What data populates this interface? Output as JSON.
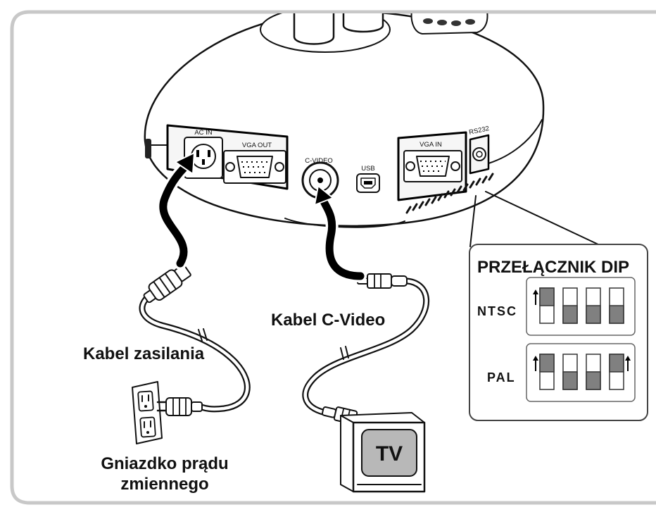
{
  "ports": {
    "ac_in": "AC IN",
    "vga_out": "VGA OUT",
    "c_video": "C-VIDEO",
    "usb": "USB",
    "vga_in": "VGA IN",
    "rs232": "RS232"
  },
  "dip": {
    "title": "PRZEŁĄCZNIK DIP",
    "modes": [
      {
        "label": "NTSC",
        "switches": [
          "up",
          "down",
          "down",
          "down"
        ]
      },
      {
        "label": "PAL",
        "switches": [
          "up",
          "down",
          "down",
          "up"
        ]
      }
    ]
  },
  "labels": {
    "cvideo_cable": "Kabel C-Video",
    "power_cable": "Kabel zasilania",
    "outlet_line1": "Gniazdko prądu",
    "outlet_line2": "zmiennego",
    "tv": "TV"
  },
  "icons": [
    "document-camera-icon",
    "power-plug-icon",
    "rca-plug-icon",
    "wall-outlet-icon",
    "tv-icon",
    "up-arrow-icon"
  ],
  "colors": {
    "frame": "#c8c8c8",
    "switch_fill": "#808080",
    "tv_screen": "#b8b8b8",
    "panel_face": "#f6f6f6"
  }
}
